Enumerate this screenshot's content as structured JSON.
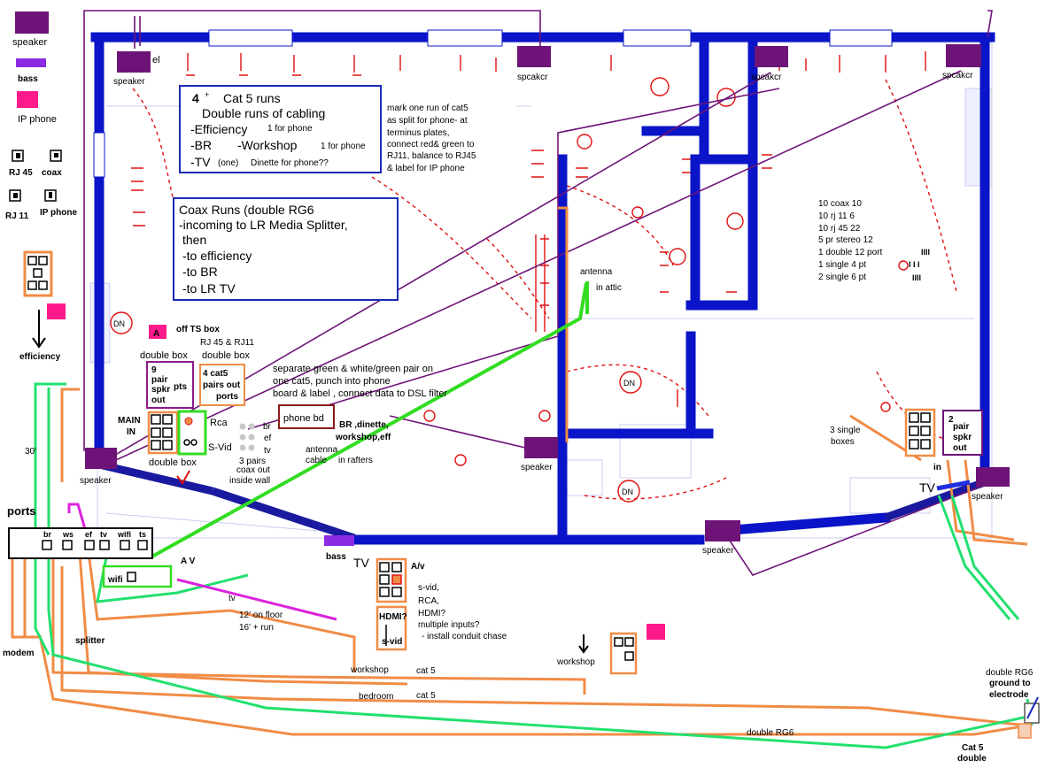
{
  "legend": {
    "speaker": "speaker",
    "bass": "bass",
    "ip_phone": "IP phone",
    "rj45": "RJ 45",
    "coax": "coax",
    "rj11": "RJ 11",
    "ip_phone2": "IP phone",
    "efficiency": "efficiency"
  },
  "notes": {
    "cat5_title": "Cat 5 runs",
    "cat5_four": "4",
    "cat5_plus": "+",
    "cat5_sub": "Double runs of cabling",
    "cat5_eff": "-Efficiency",
    "cat5_eff_phone": "1 for phone",
    "cat5_br": "-BR",
    "cat5_ws": "-Workshop",
    "cat5_ws_phone": "1 for phone",
    "cat5_tv": "-TV",
    "cat5_tv_one": "(one)",
    "cat5_dinette": "Dinette for phone??",
    "coax_title": "Coax Runs (double RG6",
    "coax_1": "-incoming to LR Media Splitter,",
    "coax_2": "then",
    "coax_3": "-to efficiency",
    "coax_4": "-to BR",
    "coax_5": "-to LR TV",
    "split_1": "mark one run of cat5",
    "split_2": "as split for phone- at",
    "split_3": "terminus plates,",
    "split_4": "connect red& green to",
    "split_5": "RJ11,  balance to RJ45",
    "split_6": "& label for IP phone",
    "sep_1": "separate  green & white/green pair on",
    "sep_2": "one cat5, punch into phone",
    "sep_3": "board & label  , connect data to DSL filter"
  },
  "counts": {
    "c1": "10 coax  10",
    "c2": "10 rj 11    6",
    "c3": "10 rj 45    22",
    "c4": "5 pr stereo    12",
    "c5": "1 double 12 port",
    "c6": "1 single 4 pt",
    "c7": "2 single 6 pt",
    "m5": "IIII",
    "m6": "I I I",
    "m7": "IIII"
  },
  "labels": {
    "speaker_tl": "speaker",
    "speaker_tl_red": "el",
    "spcakcr_1": "spcakcr",
    "spcakcr_2": "spcakcr",
    "spcakcr_3": "spcakcr",
    "speaker_left": "speaker",
    "speaker_mid": "speaker",
    "speaker_bottom": "speaker",
    "speaker_right": "speaker",
    "antenna": "antenna",
    "in_attic": "in attic",
    "box_a": "A",
    "off_ts_box": "off TS box",
    "rj45_rj11": "RJ 45 & RJ11",
    "double_box_1": "double box",
    "double_box_2": "double box",
    "pair9_1": "9",
    "pair9_2": "pair",
    "pair9_3": "spkr",
    "pair9_4": "pts",
    "pair9_5": "out",
    "cat5_pairs_1": "4 cat5",
    "cat5_pairs_2": "pairs out",
    "cat5_pairs_3": "ports",
    "main_in_1": "MAIN",
    "main_in_2": "IN",
    "rca": "Rca",
    "svid": "S-Vid",
    "double_box_3": "double box",
    "br": "br",
    "ef": "ef",
    "tv": "tv",
    "three_pairs": "3 pairs",
    "coax_out": "coax out",
    "inside_wall": "inside  wall",
    "phone_bd": "phone bd",
    "br_dinette_1": "BR  ,dinette,",
    "br_dinette_2": "workshop,eff",
    "antenna_cable_1": "antenna",
    "antenna_cable_2": "cable",
    "in_rafters": "in rafters",
    "thirty": "30'",
    "ports": "ports",
    "p_br": "br",
    "p_ws": "ws",
    "p_ef": "ef",
    "p_tv": "tv",
    "p_wifi": "wifi",
    "p_ts": "ts",
    "wifi": "wifi",
    "av_1": "A V",
    "tv_run": "tv",
    "floor_1": "12' on floor",
    "floor_2": "16' + run",
    "splitter": "splitter",
    "modem": "modem",
    "bass": "bass",
    "tv_big": "TV",
    "av_2": "A/v",
    "svid_2": "s-vid,",
    "rca_2": "RCA,",
    "hdmi_q": "HDMI?",
    "multi": "multiple inputs?",
    "conduit": "- install conduit chase",
    "hdmi_box": "HDMI?",
    "svid_box": "s-vid",
    "workshop": "workshop",
    "workshop_run": "workshop",
    "cat5_a": "cat 5",
    "bedroom_run": "bedroom",
    "cat5_b": "cat 5",
    "three_single_1": "3 single",
    "three_single_2": "boxes",
    "pair2_1": "2",
    "pair2_2": "pair",
    "pair2_3": "spkr",
    "pair2_4": "out",
    "in_right": "in",
    "tv_right": "TV",
    "double_rg6_bottom": "double RG6",
    "ground_1": "double RG6",
    "ground_2": "ground to",
    "ground_3": "electrode",
    "cat5_double_1": "Cat 5",
    "cat5_double_2": "double",
    "dn_1": "DN",
    "dn_2": "DN",
    "dn_3": "DN"
  },
  "colors": {
    "wall": "#0a14c8",
    "purple": "#6e1478",
    "violet": "#8a2be2",
    "pink": "#ff1a8c",
    "orange": "#f08c46",
    "green": "#22e06e",
    "bright_green": "#33dd22",
    "red": "#e01010",
    "navy": "#1a1aa0",
    "maroon": "#8b1a1a",
    "blue_text": "#1e2cbf"
  }
}
